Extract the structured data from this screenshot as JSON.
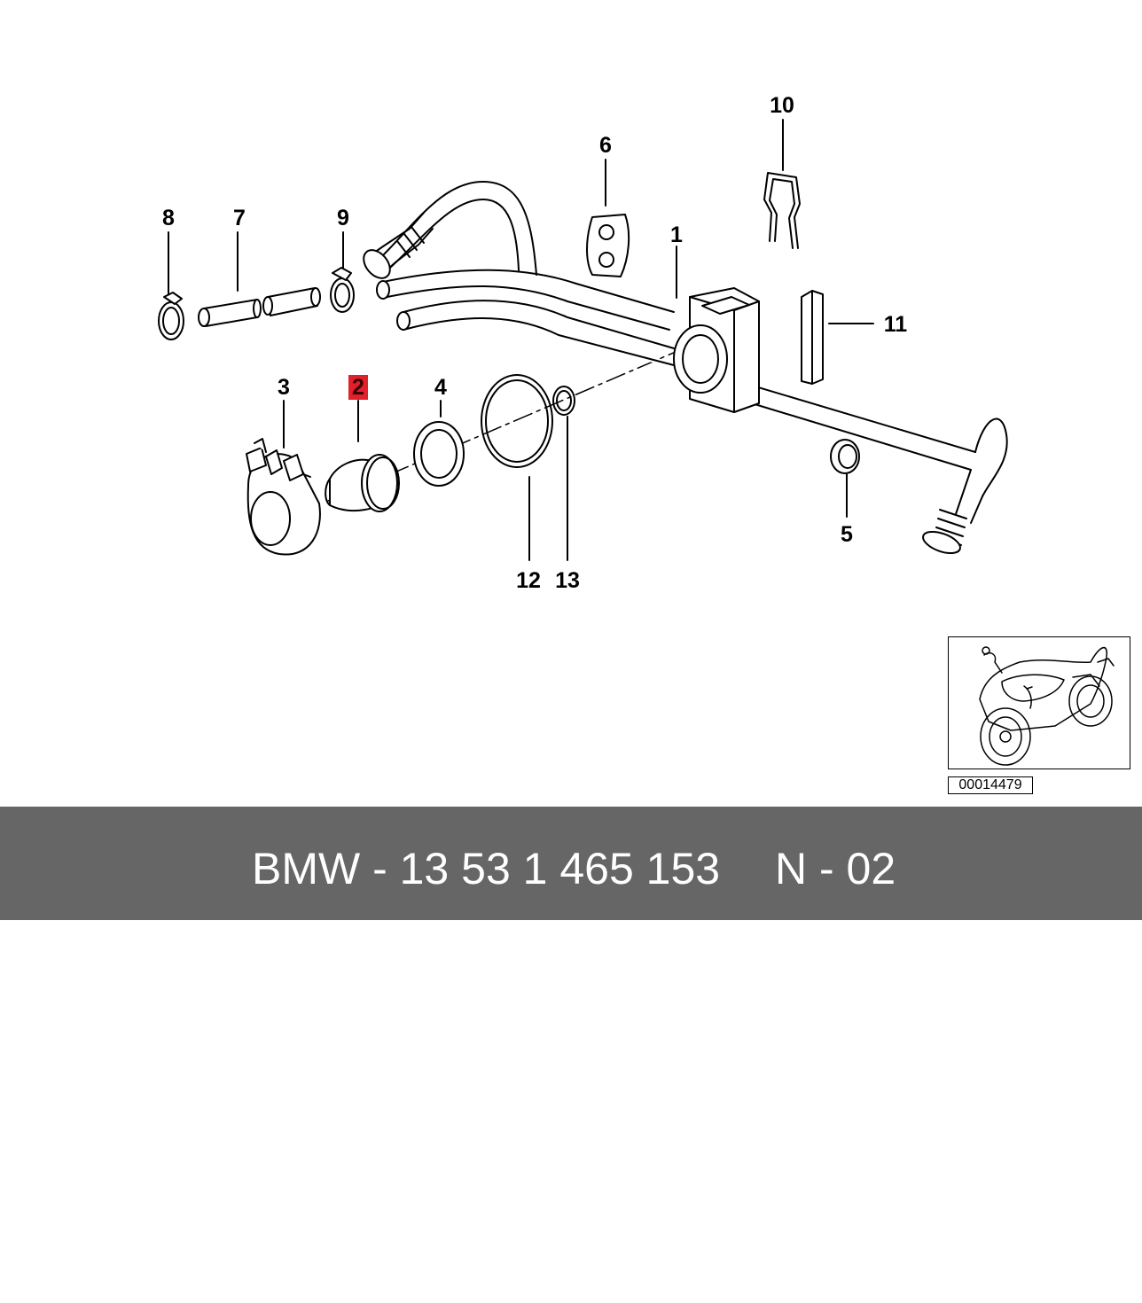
{
  "callouts": [
    {
      "id": "1",
      "label": "1",
      "highlighted": false
    },
    {
      "id": "2",
      "label": "2",
      "highlighted": true
    },
    {
      "id": "3",
      "label": "3",
      "highlighted": false
    },
    {
      "id": "4",
      "label": "4",
      "highlighted": false
    },
    {
      "id": "5",
      "label": "5",
      "highlighted": false
    },
    {
      "id": "6",
      "label": "6",
      "highlighted": false
    },
    {
      "id": "7",
      "label": "7",
      "highlighted": false
    },
    {
      "id": "8",
      "label": "8",
      "highlighted": false
    },
    {
      "id": "9",
      "label": "9",
      "highlighted": false
    },
    {
      "id": "10",
      "label": "10",
      "highlighted": false
    },
    {
      "id": "11",
      "label": "11",
      "highlighted": false
    },
    {
      "id": "12",
      "label": "12",
      "highlighted": false
    },
    {
      "id": "13",
      "label": "13",
      "highlighted": false
    }
  ],
  "inset": {
    "code": "00014479",
    "icon": "motorcycle-icon"
  },
  "footer": {
    "part": "BMW - 13 53 1 465 153",
    "code": "N - 02"
  },
  "colors": {
    "highlight": "#e0202a",
    "footer_bg": "#666666",
    "footer_text": "#ffffff"
  }
}
